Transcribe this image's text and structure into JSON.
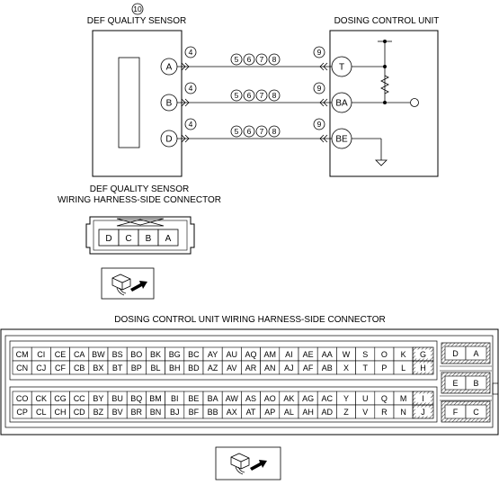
{
  "top": {
    "sensor_number": "10",
    "sensor_title": "DEF QUALITY SENSOR",
    "unit_title": "DOSING CONTROL UNIT"
  },
  "wires": [
    {
      "left_pin": "A",
      "right_pin": "T",
      "left_conn": "4",
      "right_conn": "9",
      "mid": [
        "5",
        "6",
        "7",
        "8"
      ]
    },
    {
      "left_pin": "B",
      "right_pin": "BA",
      "left_conn": "4",
      "right_conn": "9",
      "mid": [
        "5",
        "6",
        "7",
        "8"
      ]
    },
    {
      "left_pin": "D",
      "right_pin": "BE",
      "left_conn": "4",
      "right_conn": "9",
      "mid": [
        "5",
        "6",
        "7",
        "8"
      ]
    }
  ],
  "sensor_connector": {
    "title_line1": "DEF QUALITY SENSOR",
    "title_line2": "WIRING HARNESS-SIDE CONNECTOR",
    "pins": [
      "D",
      "C",
      "B",
      "A"
    ]
  },
  "dcu_connector": {
    "title": "DOSING CONTROL UNIT WIRING HARNESS-SIDE CONNECTOR",
    "upper_rows": [
      [
        "CM",
        "CI",
        "CE",
        "CA",
        "BW",
        "BS",
        "BO",
        "BK",
        "BG",
        "BC",
        "AY",
        "AU",
        "AQ",
        "AM",
        "AI",
        "AE",
        "AA",
        "W",
        "S",
        "O",
        "K"
      ],
      [
        "CN",
        "CJ",
        "CF",
        "CB",
        "BX",
        "BT",
        "BP",
        "BL",
        "BH",
        "BD",
        "AZ",
        "AV",
        "AR",
        "AN",
        "AJ",
        "AF",
        "AB",
        "X",
        "T",
        "P",
        "L"
      ]
    ],
    "lower_rows": [
      [
        "CO",
        "CK",
        "CG",
        "CC",
        "BY",
        "BU",
        "BQ",
        "BM",
        "BI",
        "BE",
        "BA",
        "AW",
        "AS",
        "AO",
        "AK",
        "AG",
        "AC",
        "Y",
        "U",
        "Q",
        "M"
      ],
      [
        "CP",
        "CL",
        "CH",
        "CD",
        "BZ",
        "BV",
        "BR",
        "BN",
        "BJ",
        "BF",
        "BB",
        "AX",
        "AT",
        "AP",
        "AL",
        "AH",
        "AD",
        "Z",
        "V",
        "R",
        "N"
      ]
    ],
    "hatched_upper": [
      "G",
      "H"
    ],
    "hatched_lower": [
      "I",
      "J"
    ],
    "side_blocks": [
      [
        "D",
        "A"
      ],
      [
        "E",
        "B"
      ],
      [
        "F",
        "C"
      ]
    ]
  }
}
